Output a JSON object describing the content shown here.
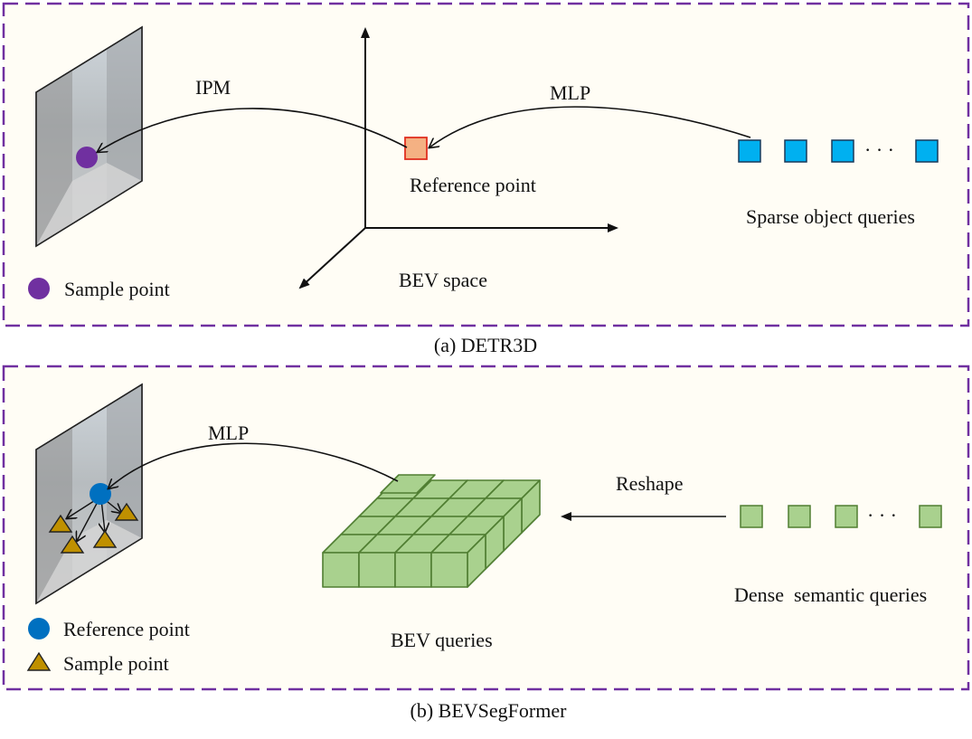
{
  "colors": {
    "panel_fill": "#fffdf5",
    "panel_border": "#7030a0",
    "sample_point_purple": "#7030a0",
    "reference_square_fill": "#f4b183",
    "reference_square_border": "#e03020",
    "sparse_query_fill": "#00b0f0",
    "dense_query_fill": "#a9d18e",
    "dense_query_border": "#507e32",
    "reference_point_blue": "#0070c0",
    "sample_triangle_fill": "#bf9000"
  },
  "panel_a": {
    "caption": "(a) DETR3D",
    "ipm_label": "IPM",
    "mlp_label": "MLP",
    "reference_point_label": "Reference point",
    "sparse_queries_label": "Sparse object queries",
    "bev_space_label": "BEV space",
    "legend_sample_point": "Sample point",
    "ellipsis": "· · ·"
  },
  "panel_b": {
    "caption": "(b) BEVSegFormer",
    "mlp_label": "MLP",
    "reshape_label": "Reshape",
    "dense_queries_label": "Dense  semantic queries",
    "bev_queries_label": "BEV queries",
    "legend_reference_point": "Reference point",
    "legend_sample_point": "Sample point",
    "ellipsis": "· · ·"
  }
}
